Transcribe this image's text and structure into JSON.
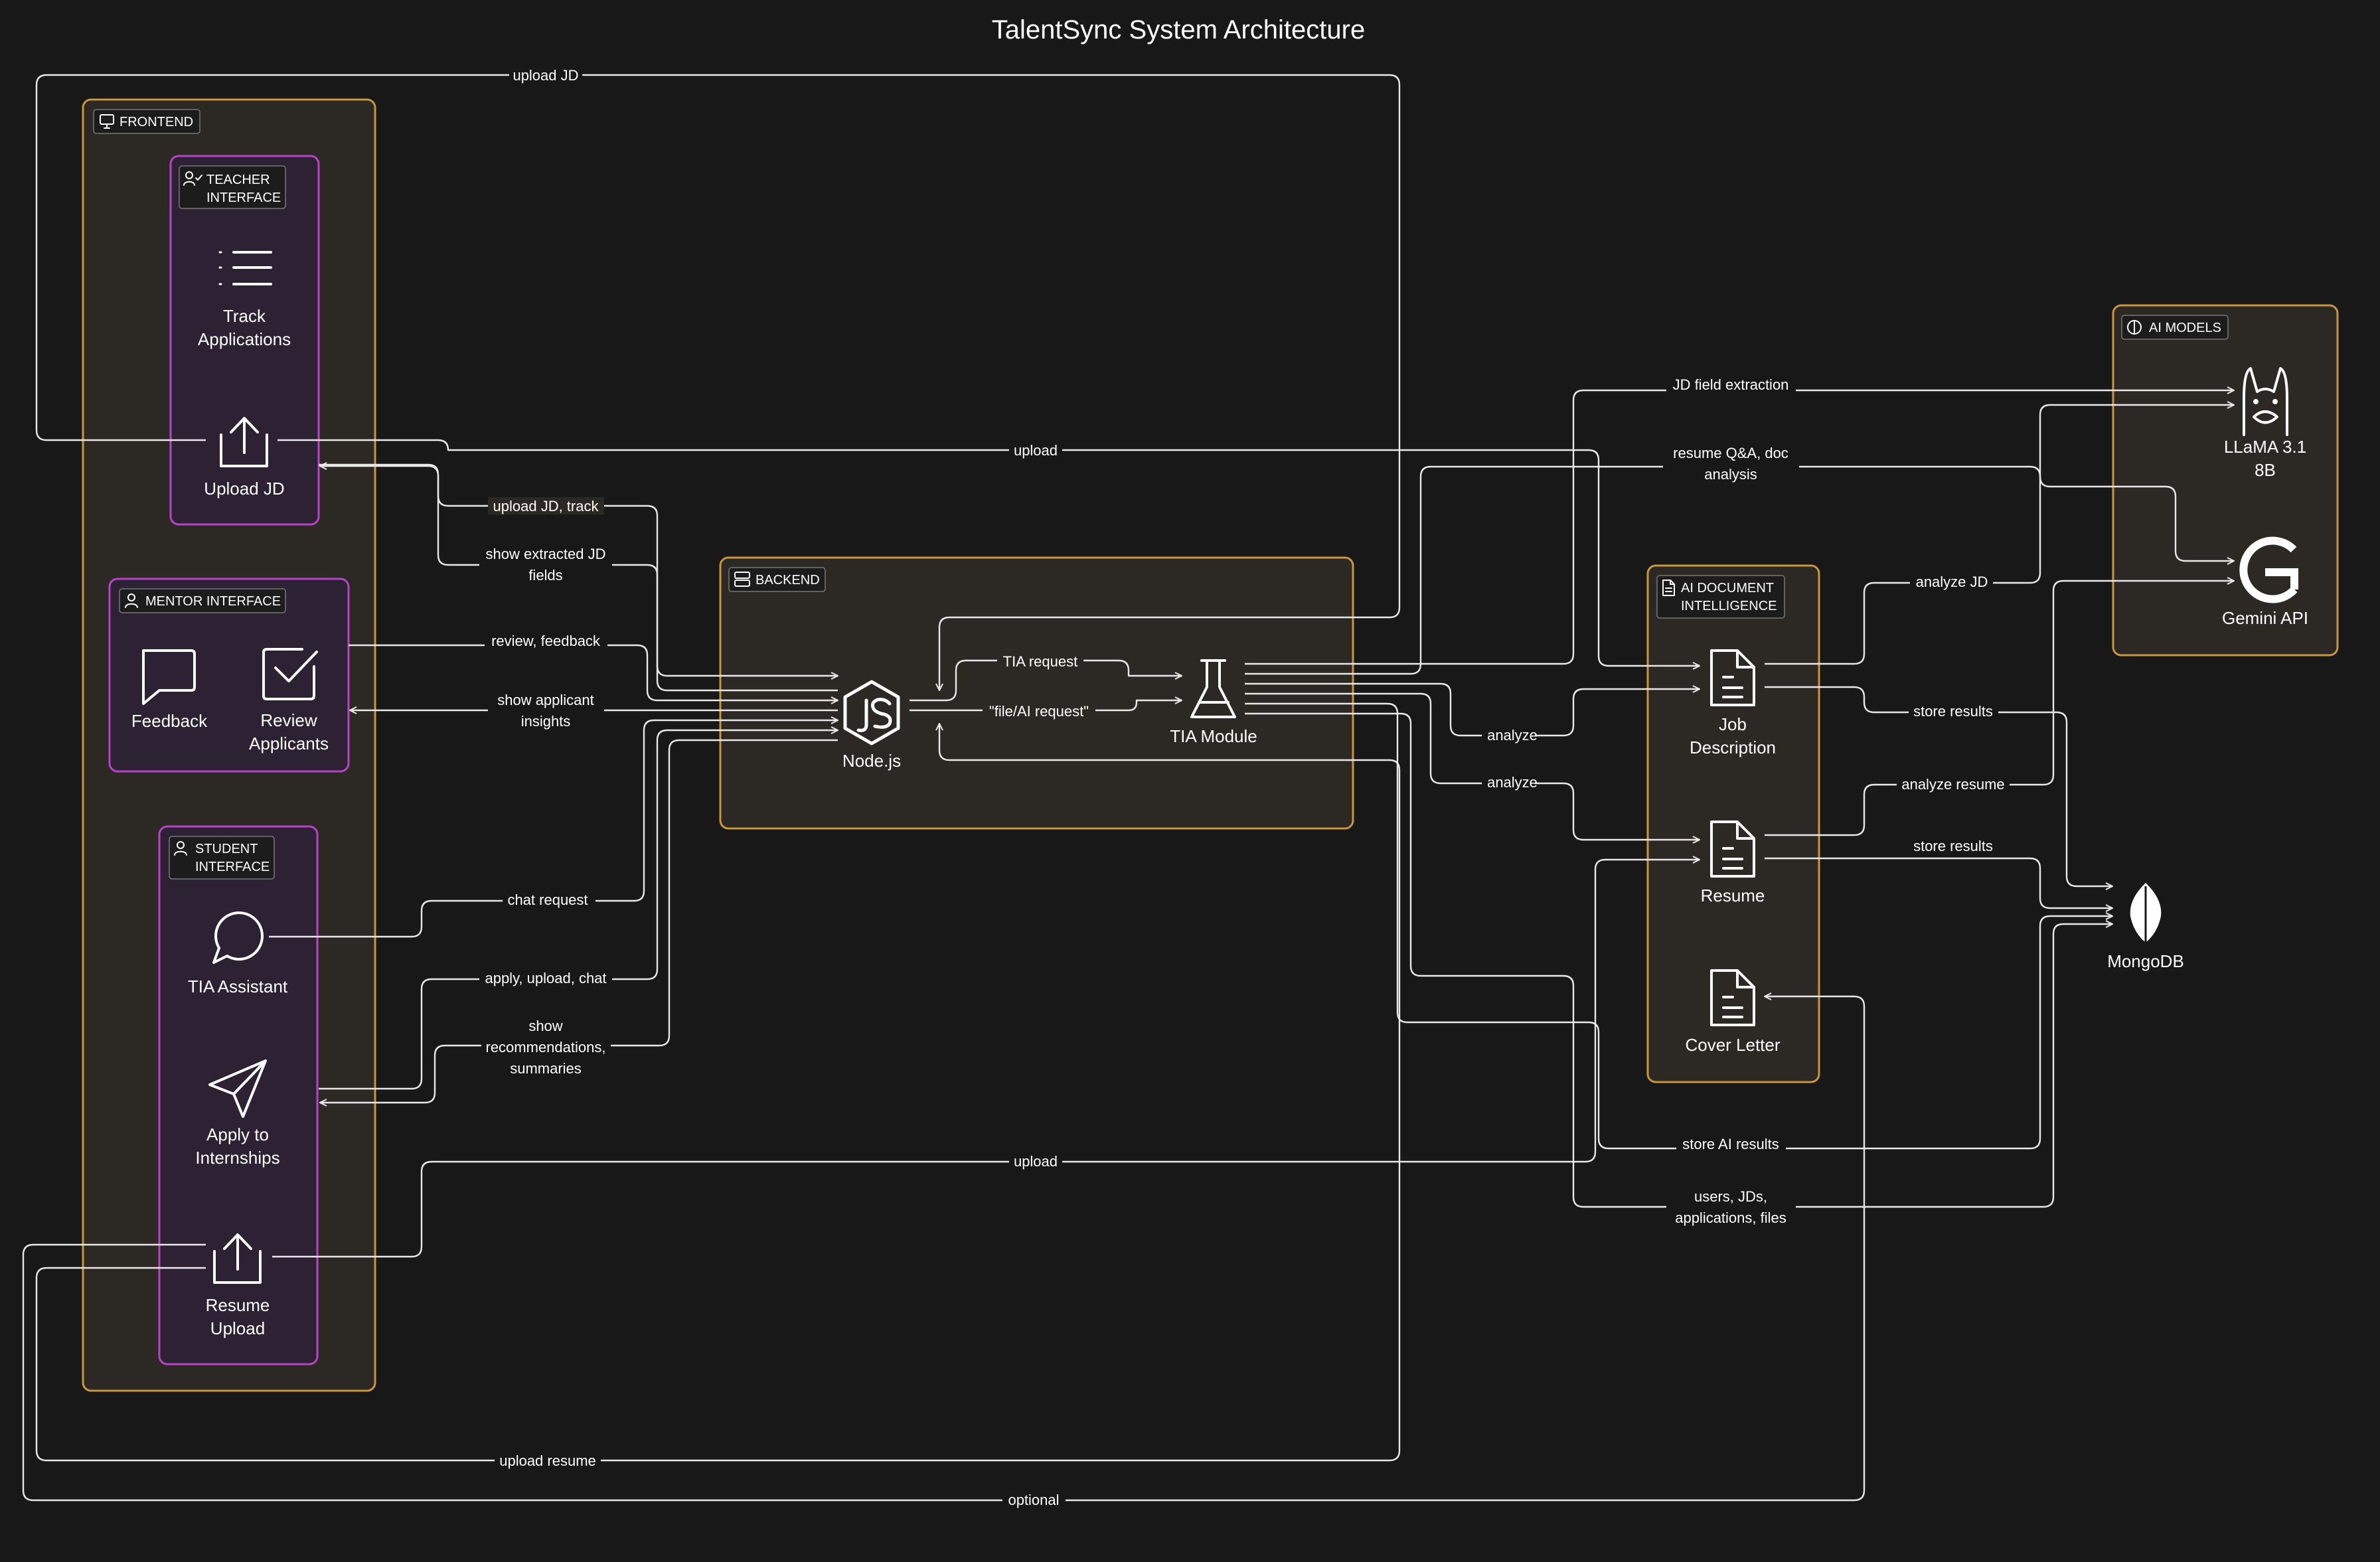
{
  "title": "TalentSync System Architecture",
  "groups": {
    "frontend": "FRONTEND",
    "teacher": [
      "TEACHER",
      "INTERFACE"
    ],
    "mentor": "MENTOR INTERFACE",
    "student": [
      "STUDENT",
      "INTERFACE"
    ],
    "backend": "BACKEND",
    "doc_intel": [
      "AI DOCUMENT",
      "INTELLIGENCE"
    ],
    "ai_models": "AI MODELS"
  },
  "nodes": {
    "track_applications": [
      "Track",
      "Applications"
    ],
    "upload_jd": [
      "Upload JD"
    ],
    "feedback": [
      "Feedback"
    ],
    "review_applicants": [
      "Review",
      "Applicants"
    ],
    "tia_assistant": [
      "TIA Assistant"
    ],
    "apply_internships": [
      "Apply to",
      "Internships"
    ],
    "resume_upload": [
      "Resume",
      "Upload"
    ],
    "nodejs": [
      "Node.js"
    ],
    "tia_module": [
      "TIA Module"
    ],
    "job_description": [
      "Job",
      "Description"
    ],
    "resume": [
      "Resume"
    ],
    "cover_letter": [
      "Cover Letter"
    ],
    "llama": [
      "LLaMA 3.1",
      "8B"
    ],
    "gemini": [
      "Gemini API"
    ],
    "mongodb": [
      "MongoDB"
    ]
  },
  "edges": {
    "upload_jd_top": [
      "upload JD"
    ],
    "upload_jd_track": [
      "upload JD, track"
    ],
    "show_extracted": [
      "show extracted JD",
      "fields"
    ],
    "review_feedback": [
      "review, feedback"
    ],
    "show_insights": [
      "show applicant",
      "insights"
    ],
    "chat_request": [
      "chat request"
    ],
    "apply_upload_chat": [
      "apply, upload, chat"
    ],
    "show_recs": [
      "show",
      "recommendations,",
      "summaries"
    ],
    "tia_request": [
      "TIA request"
    ],
    "file_ai_request": [
      "\"file/AI request\""
    ],
    "upload_top": [
      "upload"
    ],
    "upload_bottom": [
      "upload"
    ],
    "upload_resume": [
      "upload resume"
    ],
    "optional": [
      "optional"
    ],
    "jd_field_extraction": [
      "JD field extraction"
    ],
    "resume_qa": [
      "resume Q&A, doc",
      "analysis"
    ],
    "analyze_1": [
      "analyze"
    ],
    "analyze_2": [
      "analyze"
    ],
    "analyze_jd": [
      "analyze JD"
    ],
    "analyze_resume": [
      "analyze resume"
    ],
    "store_results_1": [
      "store results"
    ],
    "store_results_2": [
      "store results"
    ],
    "store_ai_results": [
      "store AI results"
    ],
    "users_jds": [
      "users, JDs,",
      "applications, files"
    ]
  },
  "colors": {
    "background": "#181818",
    "outer_group_border": "#c9963d",
    "outer_group_fill": "#2c2824",
    "inner_group_border": "#b743c8",
    "inner_group_fill": "#2d2233",
    "line": "#e8e8e8"
  }
}
